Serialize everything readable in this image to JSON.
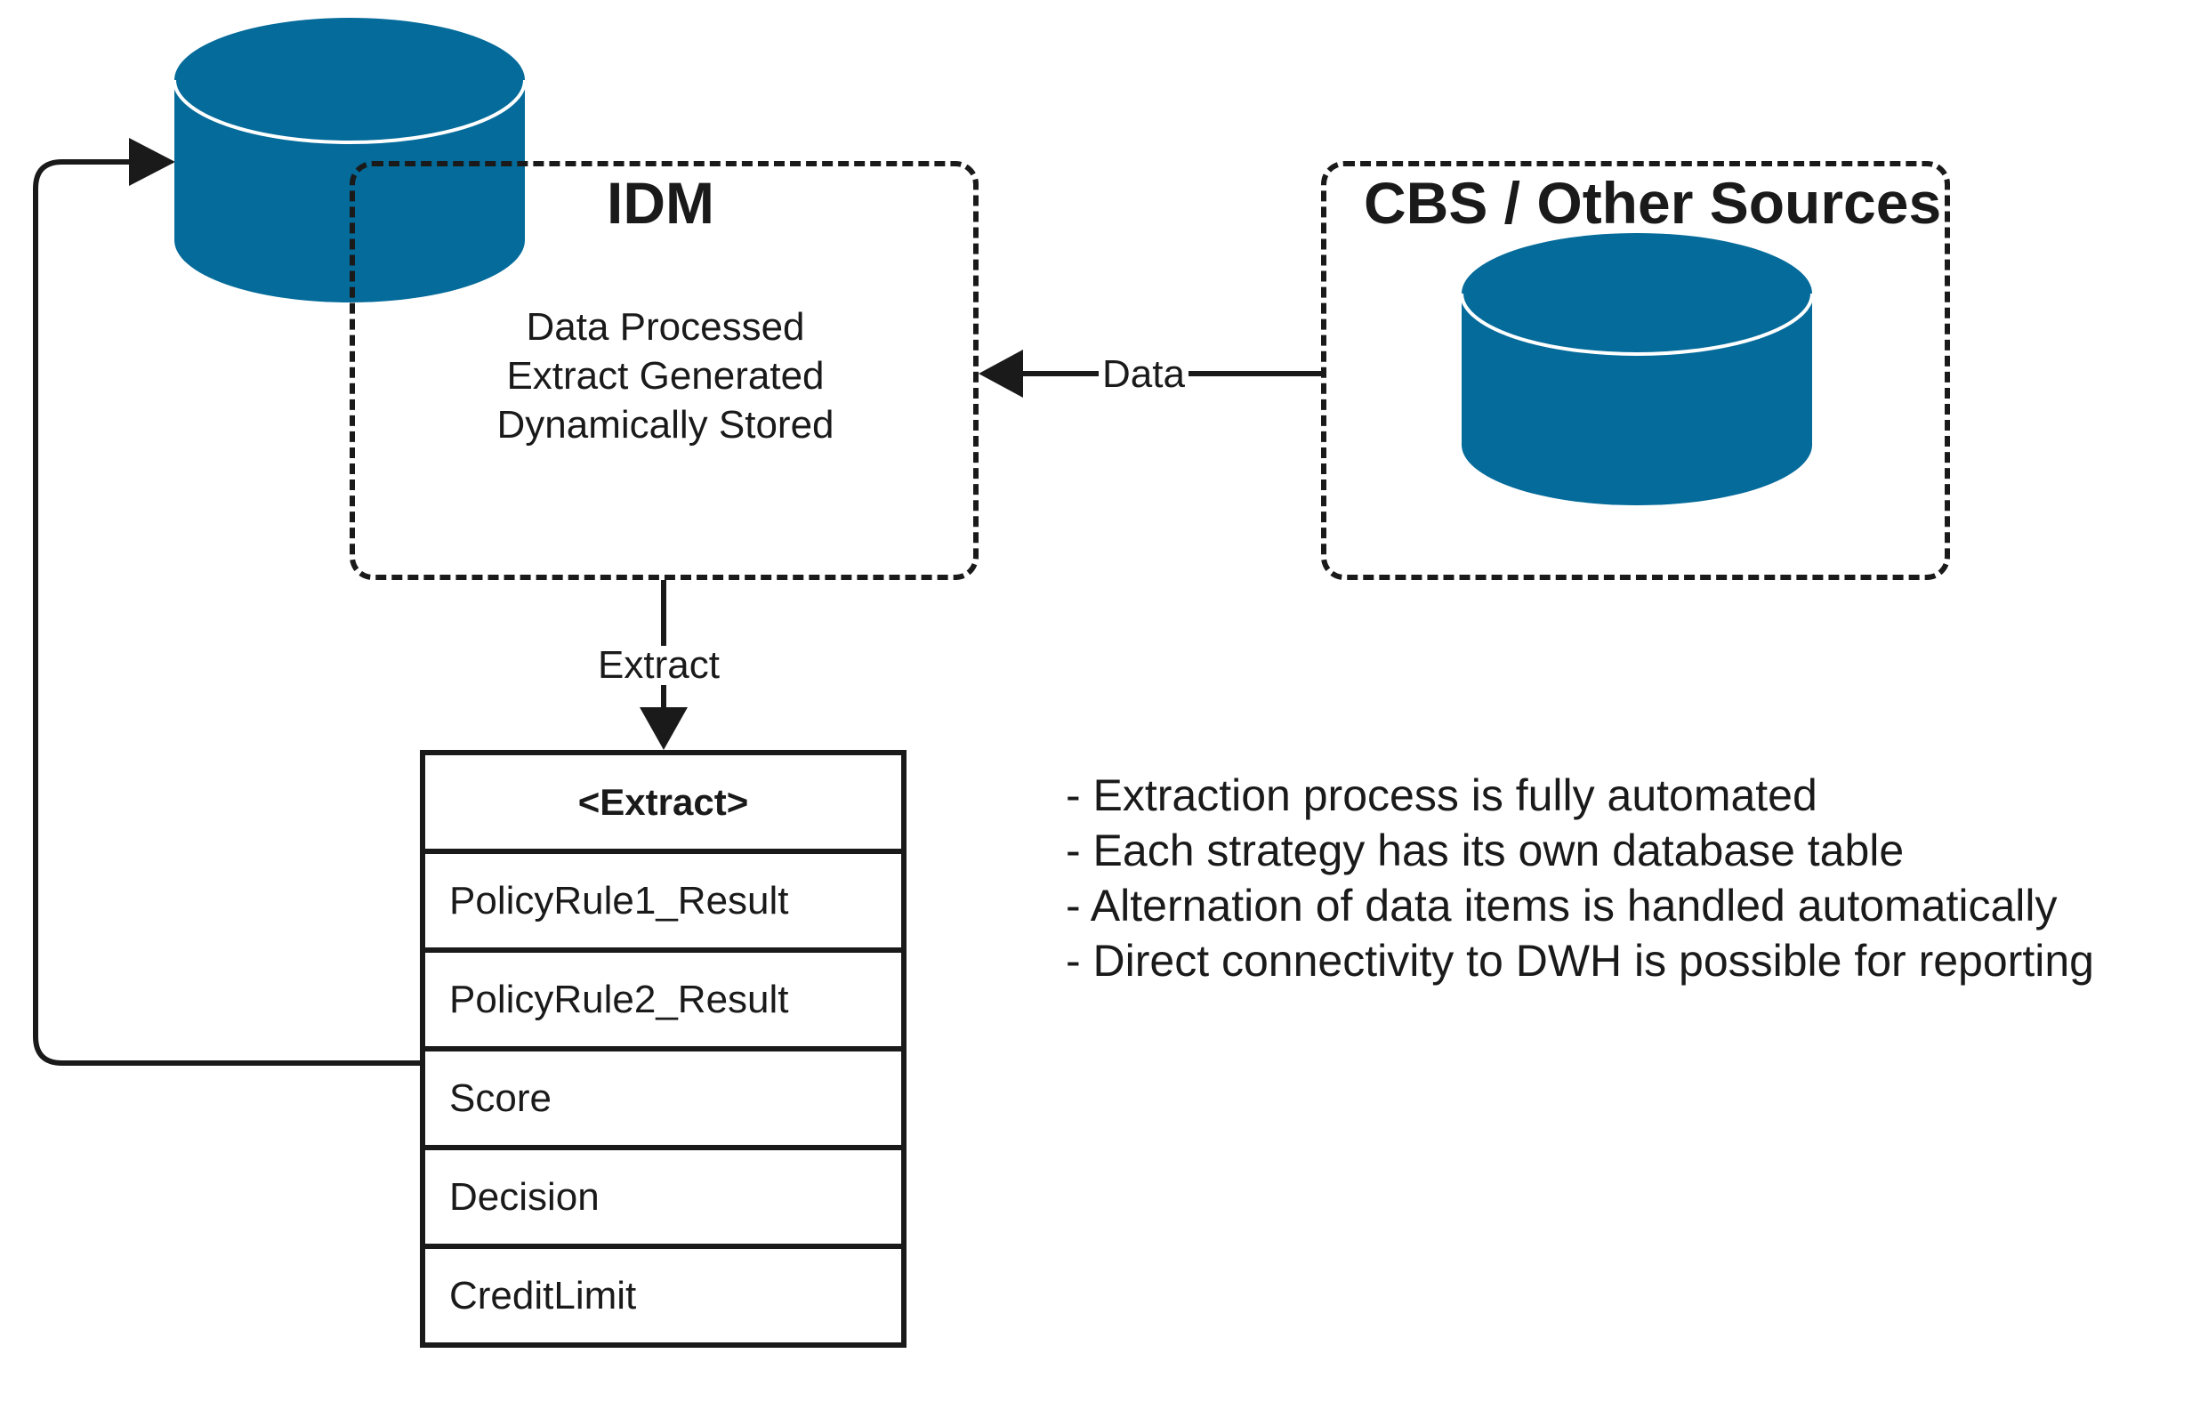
{
  "idm": {
    "title": "IDM",
    "lines": [
      "Data Processed",
      "Extract Generated",
      "Dynamically Stored"
    ]
  },
  "cbs": {
    "title": "CBS / Other Sources"
  },
  "edges": {
    "data_label": "Data",
    "extract_label": "Extract"
  },
  "extract_table": {
    "header": "<Extract>",
    "rows": [
      "PolicyRule1_Result",
      "PolicyRule2_Result",
      "Score",
      "Decision",
      "CreditLimit"
    ]
  },
  "notes": [
    "- Extraction process is fully automated",
    "- Each strategy has its own database table",
    "- Alternation of data items is handled automatically",
    "- Direct connectivity to DWH is possible for reporting"
  ],
  "colors": {
    "database": "#046b9a",
    "stroke": "#1a1a1a"
  }
}
